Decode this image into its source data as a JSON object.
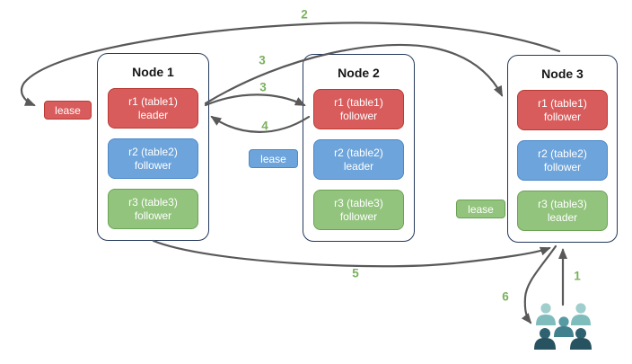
{
  "diagram": {
    "nodes": [
      {
        "title": "Node 1",
        "replicas": [
          {
            "name": "r1 (table1)",
            "role": "leader",
            "color": "red"
          },
          {
            "name": "r2 (table2)",
            "role": "follower",
            "color": "blue"
          },
          {
            "name": "r3 (table3)",
            "role": "follower",
            "color": "green"
          }
        ]
      },
      {
        "title": "Node 2",
        "replicas": [
          {
            "name": "r1 (table1)",
            "role": "follower",
            "color": "red"
          },
          {
            "name": "r2 (table2)",
            "role": "leader",
            "color": "blue"
          },
          {
            "name": "r3 (table3)",
            "role": "follower",
            "color": "green"
          }
        ]
      },
      {
        "title": "Node 3",
        "replicas": [
          {
            "name": "r1 (table1)",
            "role": "follower",
            "color": "red"
          },
          {
            "name": "r2 (table2)",
            "role": "follower",
            "color": "blue"
          },
          {
            "name": "r3 (table3)",
            "role": "leader",
            "color": "green"
          }
        ]
      }
    ],
    "leases": [
      {
        "label": "lease",
        "color": "red"
      },
      {
        "label": "lease",
        "color": "blue"
      },
      {
        "label": "lease",
        "color": "green"
      }
    ],
    "steps": {
      "s1": "1",
      "s2": "2",
      "s3a": "3",
      "s3b": "3",
      "s4": "4",
      "s5": "5",
      "s6": "6"
    },
    "icons": [
      {
        "name": "users-icon"
      }
    ]
  },
  "colors": {
    "red": "#d95c5c",
    "red-border": "#b93a34",
    "blue": "#6da4db",
    "blue-border": "#4c88c9",
    "green": "#92c47d",
    "green-border": "#6ba254",
    "node-border": "#24395c",
    "arrow": "#595959",
    "step": "#7ab15c",
    "people-light-head": "#9fcecd",
    "people-light-body": "#7fbdbd",
    "people-mid-head": "#579aa4",
    "people-mid-body": "#41808d",
    "people-dark-head": "#2f6170",
    "people-dark-body": "#27525f"
  }
}
